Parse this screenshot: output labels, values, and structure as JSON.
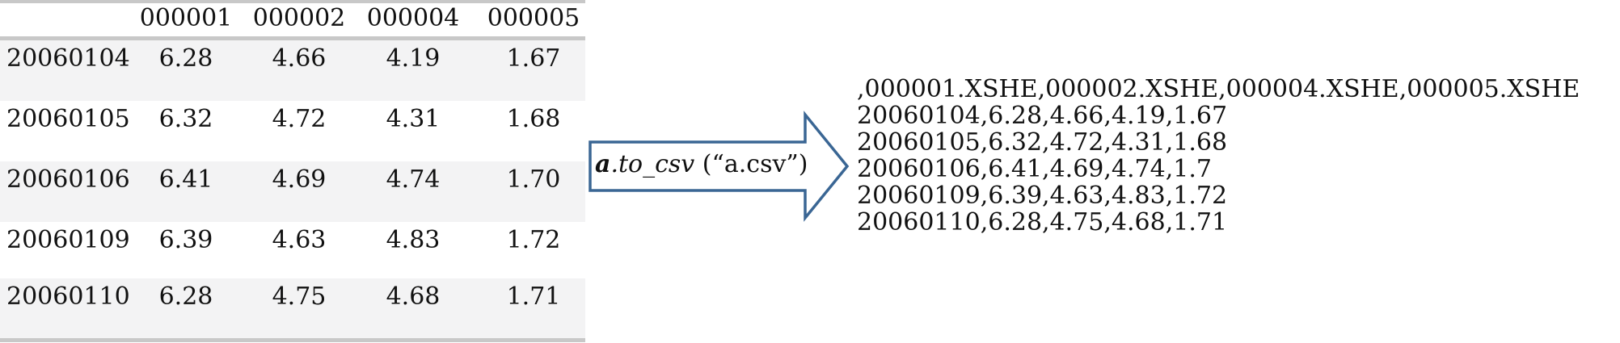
{
  "table": {
    "columns": [
      "",
      "000001",
      "000002",
      "000004",
      "000005"
    ],
    "rows": [
      {
        "index": "20060104",
        "values": [
          "6.28",
          "4.66",
          "4.19",
          "1.67"
        ]
      },
      {
        "index": "20060105",
        "values": [
          "6.32",
          "4.72",
          "4.31",
          "1.68"
        ]
      },
      {
        "index": "20060106",
        "values": [
          "6.41",
          "4.69",
          "4.74",
          "1.70"
        ]
      },
      {
        "index": "20060109",
        "values": [
          "6.39",
          "4.63",
          "4.83",
          "1.72"
        ]
      },
      {
        "index": "20060110",
        "values": [
          "6.28",
          "4.75",
          "4.68",
          "1.71"
        ]
      }
    ]
  },
  "arrow": {
    "object": "a",
    "method": ".to_csv",
    "args": " (“a.csv”)",
    "stroke_color": "#3a6694"
  },
  "csv_output": {
    "lines": [
      ",000001.XSHE,000002.XSHE,000004.XSHE,000005.XSHE",
      "20060104,6.28,4.66,4.19,1.67",
      "20060105,6.32,4.72,4.31,1.68",
      "20060106,6.41,4.69,4.74,1.7",
      "20060109,6.39,4.63,4.83,1.72",
      "20060110,6.28,4.75,4.68,1.71"
    ]
  }
}
